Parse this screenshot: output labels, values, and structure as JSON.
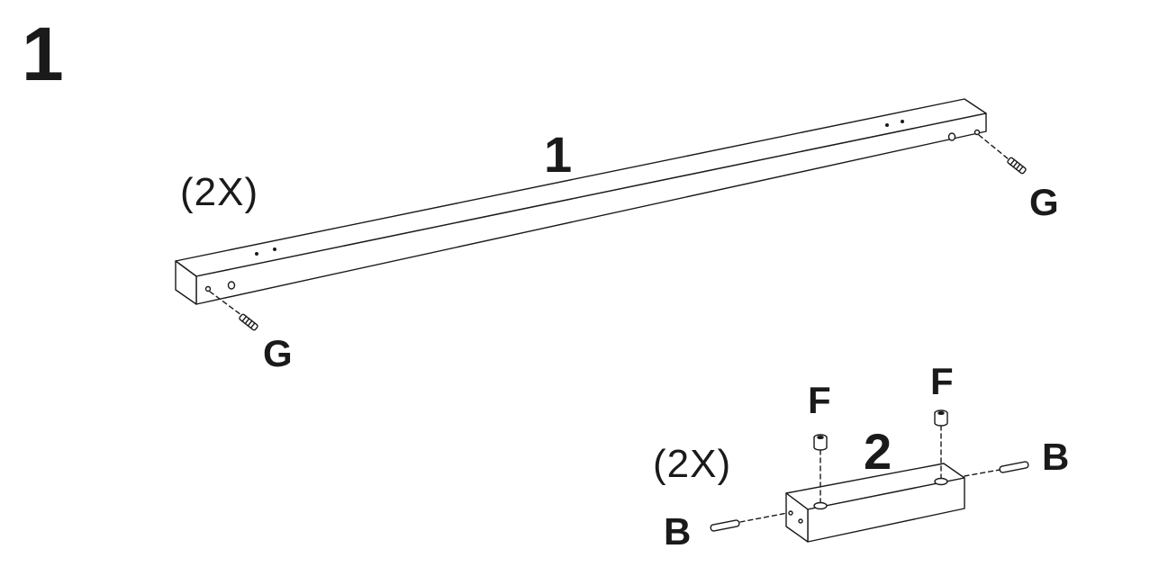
{
  "step_number": "1",
  "rail_assembly": {
    "part_label": "1",
    "quantity": "(2X)",
    "hardware_left": "G",
    "hardware_right": "G"
  },
  "block_assembly": {
    "part_label": "2",
    "quantity": "(2X)",
    "bolt_left": "F",
    "bolt_right": "F",
    "dowel_left": "B",
    "dowel_right": "B"
  }
}
